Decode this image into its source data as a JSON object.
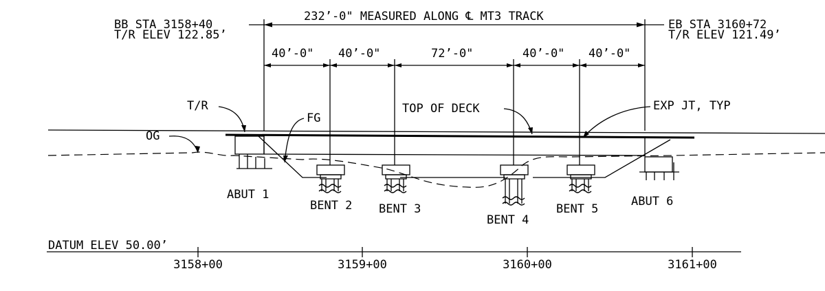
{
  "left_station": {
    "sta": "BB STA 3158+40",
    "elev": "T/R ELEV 122.85’"
  },
  "right_station": {
    "sta": "EB STA 3160+72",
    "elev": "T/R ELEV 121.49’"
  },
  "overall_dimension": "232’-0\" MEASURED ALONG ℄ MT3 TRACK",
  "spans": [
    "40’-0\"",
    "40’-0\"",
    "72’-0\"",
    "40’-0\"",
    "40’-0\""
  ],
  "callouts": {
    "og": "OG",
    "tr": "T/R",
    "fg": "FG",
    "top_of_deck": "TOP OF DECK",
    "exp_jt": "EXP JT, TYP"
  },
  "supports": [
    "ABUT 1",
    "BENT 2",
    "BENT 3",
    "BENT 4",
    "BENT 5",
    "ABUT 6"
  ],
  "datum": "DATUM ELEV 50.00’",
  "stations": [
    "3158+00",
    "3159+00",
    "3160+00",
    "3161+00"
  ]
}
